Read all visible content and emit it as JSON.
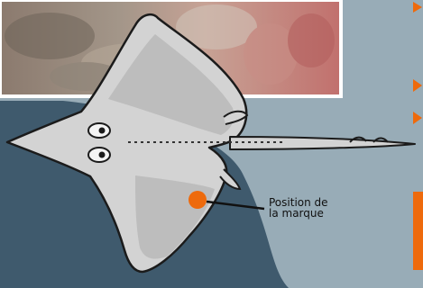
{
  "callout": {
    "line1": "Position de",
    "line2": "la marque"
  },
  "colors": {
    "background": "#98acb7",
    "shadow": "#3f5a6d",
    "ray_body": "#d3d3d3",
    "ray_outline": "#1b1b1b",
    "mark_dot": "#ee6a0c",
    "bullet": "#ee6a0c",
    "photo_frame": "#ffffff"
  },
  "icons": [
    "bullet-arrow-icon",
    "ray-illustration",
    "tag-position-dot"
  ]
}
